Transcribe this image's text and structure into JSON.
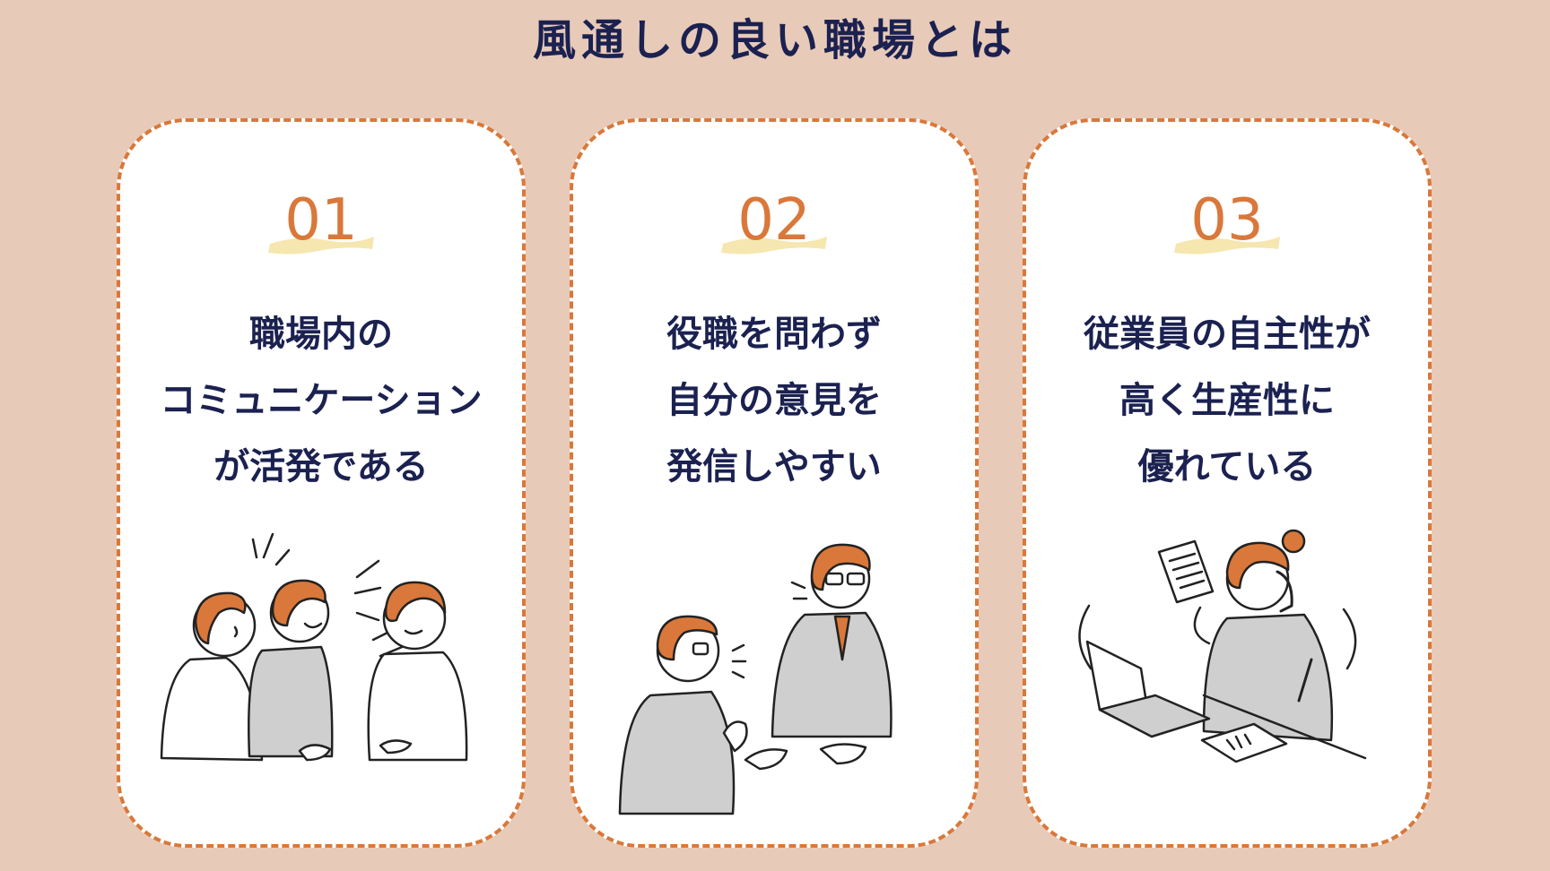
{
  "title": "風通しの良い職場とは",
  "colors": {
    "background": "#e7cab8",
    "accent": "#d9783a",
    "text": "#1b2150",
    "highlight": "#f5e3a6",
    "clothing": "#cfcfcf"
  },
  "cards": [
    {
      "number": "01",
      "lines": [
        "職場内の",
        "コミュニケーション",
        "が活発である"
      ],
      "illustration": "three-people-chatting-illustration"
    },
    {
      "number": "02",
      "lines": [
        "役職を問わず",
        "自分の意見を",
        "発信しやすい"
      ],
      "illustration": "two-coworkers-talking-illustration"
    },
    {
      "number": "03",
      "lines": [
        "従業員の自主性が",
        "高く生産性に",
        "優れている"
      ],
      "illustration": "busy-multitasking-worker-illustration"
    }
  ]
}
